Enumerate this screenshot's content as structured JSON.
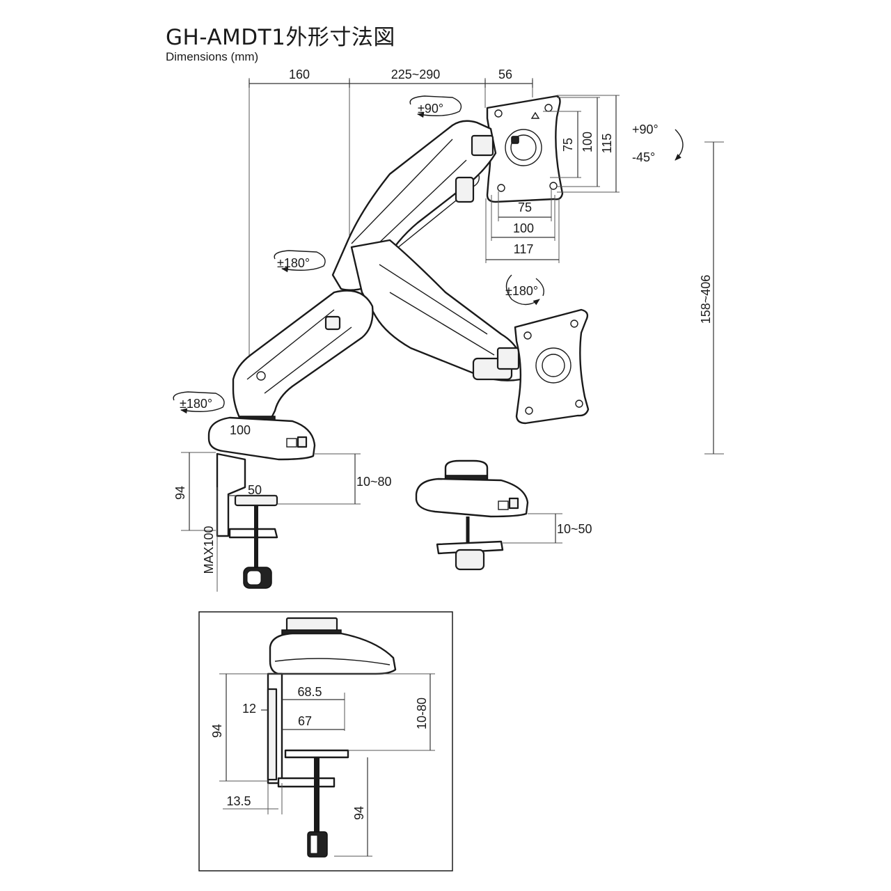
{
  "title": "GH-AMDT1外形寸法図",
  "subtitle": "Dimensions (mm)",
  "dimensions": {
    "reach_base": "160",
    "reach_arm": "225~290",
    "plate_depth": "56",
    "vesa_small_h": "75",
    "vesa_large_h": "100",
    "plate_height": "115",
    "vesa_small_w": "75",
    "vesa_large_w": "100",
    "plate_width": "117",
    "height_range": "158~406",
    "base_width": "100",
    "clamp_height": "94",
    "clamp_jaw": "50",
    "desk_thickness_clamp": "10~80",
    "clamp_max": "MAX100",
    "desk_thickness_grommet": "10~50",
    "detail_jaw_outer": "68.5",
    "detail_jaw_inner": "67",
    "detail_plate_thickness": "12",
    "detail_thickness": "10-80",
    "detail_height": "94",
    "detail_offset": "13.5",
    "detail_screw": "94"
  },
  "rotation": {
    "tilt_up": "+90°",
    "tilt_down": "-45°",
    "plate_rotate": "±90°",
    "elbow_swivel": "±180°",
    "base_swivel": "±180°",
    "head_swivel": "±180°"
  }
}
